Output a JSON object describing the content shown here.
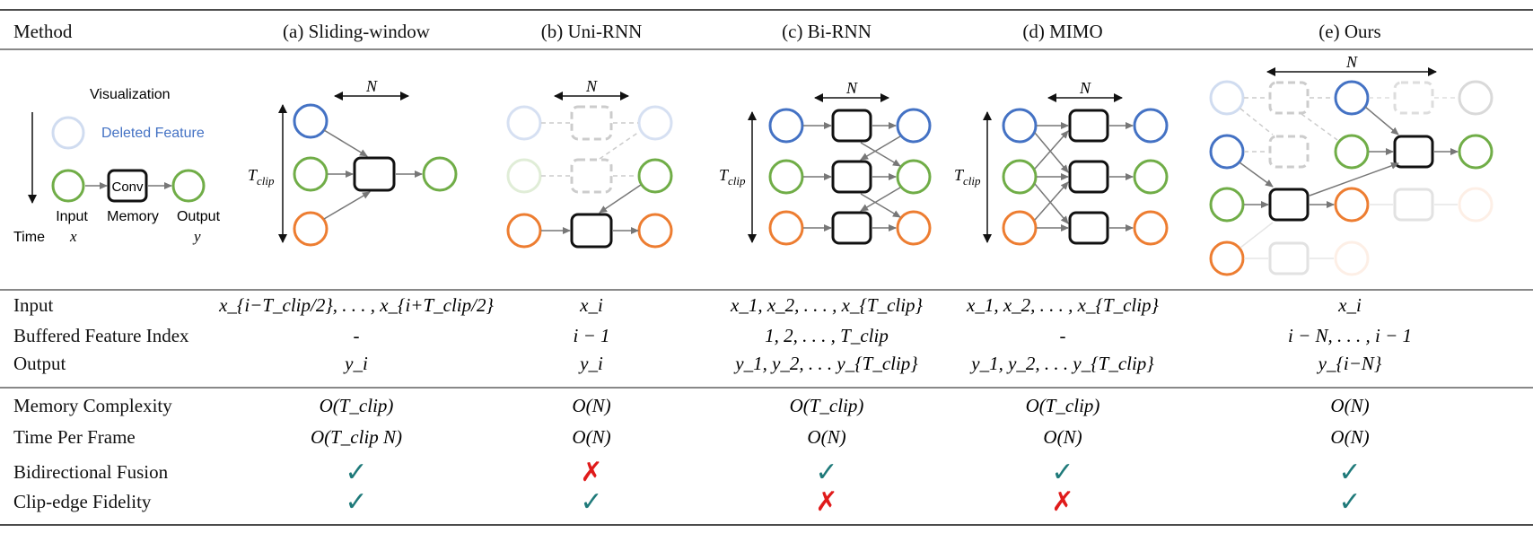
{
  "header": {
    "method": "Method",
    "columns": [
      "(a) Sliding-window",
      "(b) Uni-RNN",
      "(c) Bi-RNN",
      "(d) MIMO",
      "(e) Ours"
    ]
  },
  "legend": {
    "visualization": "Visualization",
    "deleted_feature": "Deleted Feature",
    "conv": "Conv",
    "input": "Input",
    "memory": "Memory",
    "output": "Output",
    "time": "Time",
    "x": "x",
    "y": "y"
  },
  "diagram_labels": {
    "n": "N",
    "t": "T",
    "clip": "clip"
  },
  "rows": {
    "input": {
      "label": "Input",
      "values": [
        "x_{i−T_clip/2}, . . . , x_{i+T_clip/2}",
        "x_i",
        "x_1, x_2, . . . , x_{T_clip}",
        "x_1, x_2, . . . , x_{T_clip}",
        "x_i"
      ]
    },
    "buffered": {
      "label": "Buffered Feature Index",
      "values": [
        "-",
        "i − 1",
        "1, 2, . . . , T_clip",
        "-",
        "i − N, . . . , i − 1"
      ]
    },
    "output": {
      "label": "Output",
      "values": [
        "y_i",
        "y_i",
        "y_1, y_2, . . . y_{T_clip}",
        "y_1, y_2, . . . y_{T_clip}",
        "y_{i−N}"
      ]
    },
    "memory": {
      "label": "Memory Complexity",
      "values": [
        "O(T_clip)",
        "O(N)",
        "O(T_clip)",
        "O(T_clip)",
        "O(N)"
      ]
    },
    "time": {
      "label": "Time Per Frame",
      "values": [
        "O(T_clip N)",
        "O(N)",
        "O(N)",
        "O(N)",
        "O(N)"
      ]
    },
    "bidirectional": {
      "label": "Bidirectional Fusion",
      "values": [
        "check",
        "cross",
        "check",
        "check",
        "check"
      ]
    },
    "clipedge": {
      "label": "Clip-edge Fidelity",
      "values": [
        "check",
        "check",
        "cross",
        "cross",
        "check"
      ]
    }
  },
  "marks": {
    "check": "✓",
    "cross": "✗"
  },
  "colors": {
    "blue": "#4472c4",
    "green": "#70ad47",
    "orange": "#ed7d31",
    "check": "#1f7a7a",
    "cross": "#e01b1b"
  }
}
